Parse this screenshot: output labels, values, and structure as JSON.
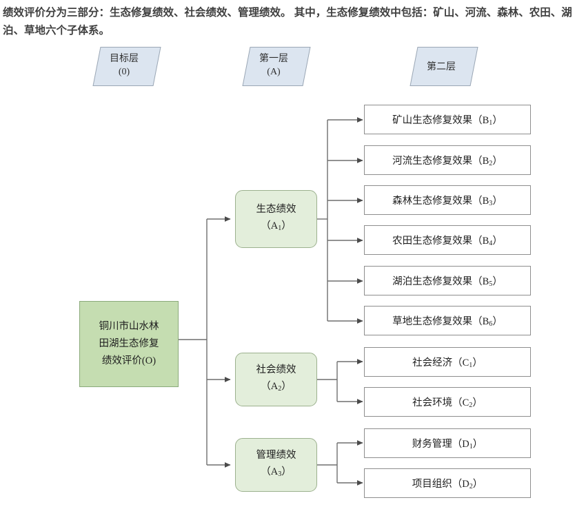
{
  "intro": {
    "text": "绩效评价分为三部分：生态修复绩效、社会绩效、管理绩效。 其中，生态修复绩效中包括：矿山、河流、森林、农田、湖泊、草地六个子体系。"
  },
  "colors": {
    "header_fill": "#dce5f0",
    "header_stroke": "#9aa6b4",
    "root_fill": "#c5ddb1",
    "root_stroke": "#8aa97a",
    "level_fill": "#e3eedb",
    "level_stroke": "#9bb08d",
    "leaf_fill": "#ffffff",
    "leaf_stroke": "#8d8d8d",
    "connector": "#6e6e6e",
    "text": "#1f1f1f",
    "intro_text": "#3f3f3f"
  },
  "headers": [
    {
      "line1": "目标层",
      "line2": "(0)"
    },
    {
      "line1": "第一层",
      "line2": "(A)"
    },
    {
      "line1": "第二层",
      "line2": ""
    }
  ],
  "root": {
    "line1": "铜川市山水林",
    "line2": "田湖生态修复",
    "line3": "绩效评价(O)"
  },
  "levels": [
    {
      "label": "生态绩效",
      "code_base": "A",
      "code_sub": "1"
    },
    {
      "label": "社会绩效",
      "code_base": "A",
      "code_sub": "2"
    },
    {
      "label": "管理绩效",
      "code_base": "A",
      "code_sub": "3"
    }
  ],
  "leaves": [
    {
      "label": "矿山生态修复效果",
      "code_base": "B",
      "code_sub": "1"
    },
    {
      "label": "河流生态修复效果",
      "code_base": "B",
      "code_sub": "2"
    },
    {
      "label": "森林生态修复效果",
      "code_base": "B",
      "code_sub": "3"
    },
    {
      "label": "农田生态修复效果",
      "code_base": "B",
      "code_sub": "4"
    },
    {
      "label": "湖泊生态修复效果",
      "code_base": "B",
      "code_sub": "5"
    },
    {
      "label": "草地生态修复效果",
      "code_base": "B",
      "code_sub": "6"
    },
    {
      "label": "社会经济",
      "code_base": "C",
      "code_sub": "1"
    },
    {
      "label": "社会环境",
      "code_base": "C",
      "code_sub": "2"
    },
    {
      "label": "财务管理",
      "code_base": "D",
      "code_sub": "1"
    },
    {
      "label": "项目组织",
      "code_base": "D",
      "code_sub": "2"
    }
  ]
}
